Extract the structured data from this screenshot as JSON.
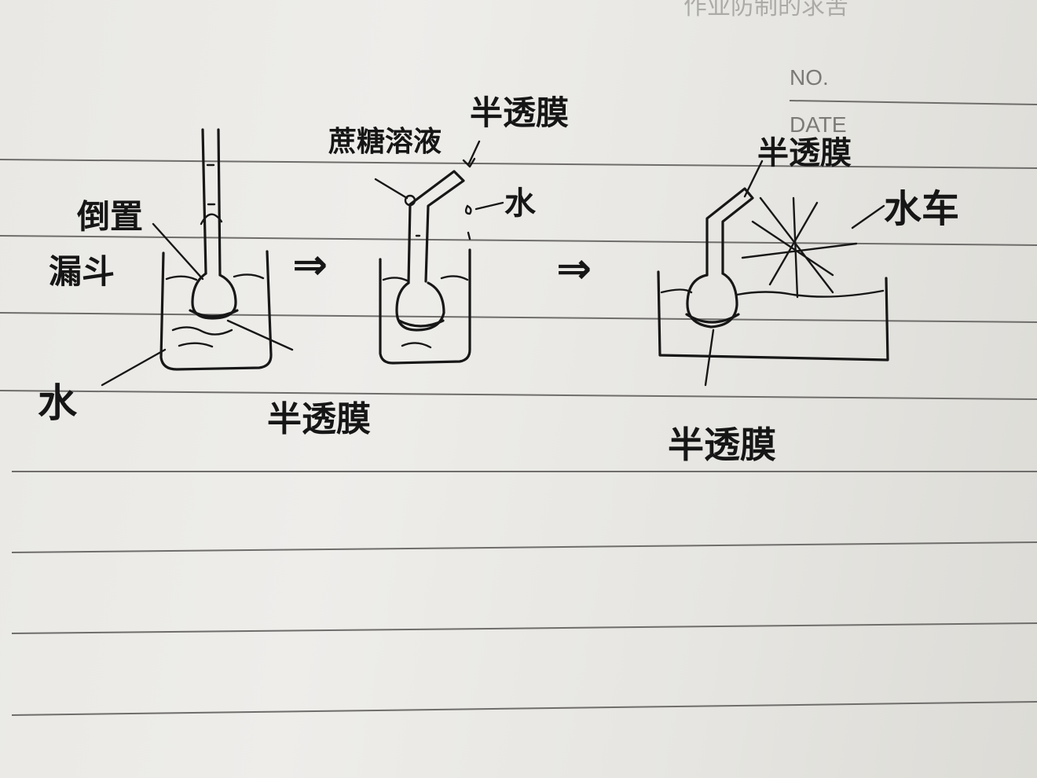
{
  "notebook": {
    "no_label": "NO.",
    "date_label": "DATE",
    "top_bleed_text": "作业防制的求苦"
  },
  "diagram": {
    "stage1": {
      "label_inverted_funnel_line1": "倒置",
      "label_inverted_funnel_line2": "漏斗",
      "label_water": "水",
      "label_membrane": "半透膜"
    },
    "stage2": {
      "label_sucrose_solution": "蔗糖溶液",
      "label_membrane_top": "半透膜",
      "label_water": "水"
    },
    "stage3": {
      "label_membrane_top": "半透膜",
      "label_waterwheel": "水车",
      "label_membrane_bottom": "半透膜"
    },
    "arrows": [
      "⇒",
      "⇒"
    ]
  }
}
